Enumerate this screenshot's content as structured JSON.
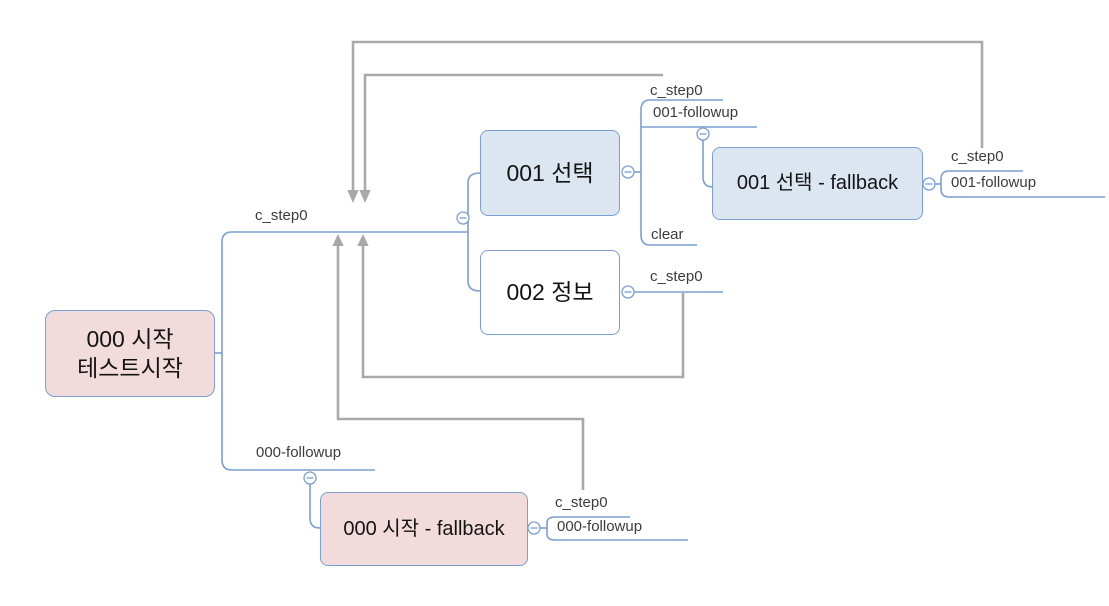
{
  "diagram": {
    "title": "chatbot flow mindmap",
    "colors": {
      "connector_blue": "#7b9fd4",
      "connector_gray": "#a9a9a9",
      "node_fill_pink": "#f2dcdb",
      "node_fill_blue": "#dce6f1",
      "node_fill_white": "#ffffff",
      "node_border": "#7b9fd4",
      "label_text": "#3c3c3c"
    },
    "nodes": {
      "start": {
        "label": "000 시작\n테스트시작"
      },
      "select001": {
        "label": "001 선택"
      },
      "info002": {
        "label": "002 정보"
      },
      "select001_fallback": {
        "label": "001 선택 - fallback"
      },
      "start000_fallback": {
        "label": "000 시작 - fallback"
      }
    },
    "branch_labels": {
      "root_c_step0": "c_step0",
      "root_followup": "000-followup",
      "select001_c_step0": "c_step0",
      "select001_followup": "001-followup",
      "select001_clear": "clear",
      "info002_c_step0": "c_step0",
      "select001_fb_c_step0": "c_step0",
      "select001_fb_followup": "001-followup",
      "start000_fb_c_step0": "c_step0",
      "start000_fb_followup": "000-followup"
    },
    "icons": {
      "collapse": "minus-circle-icon"
    }
  }
}
